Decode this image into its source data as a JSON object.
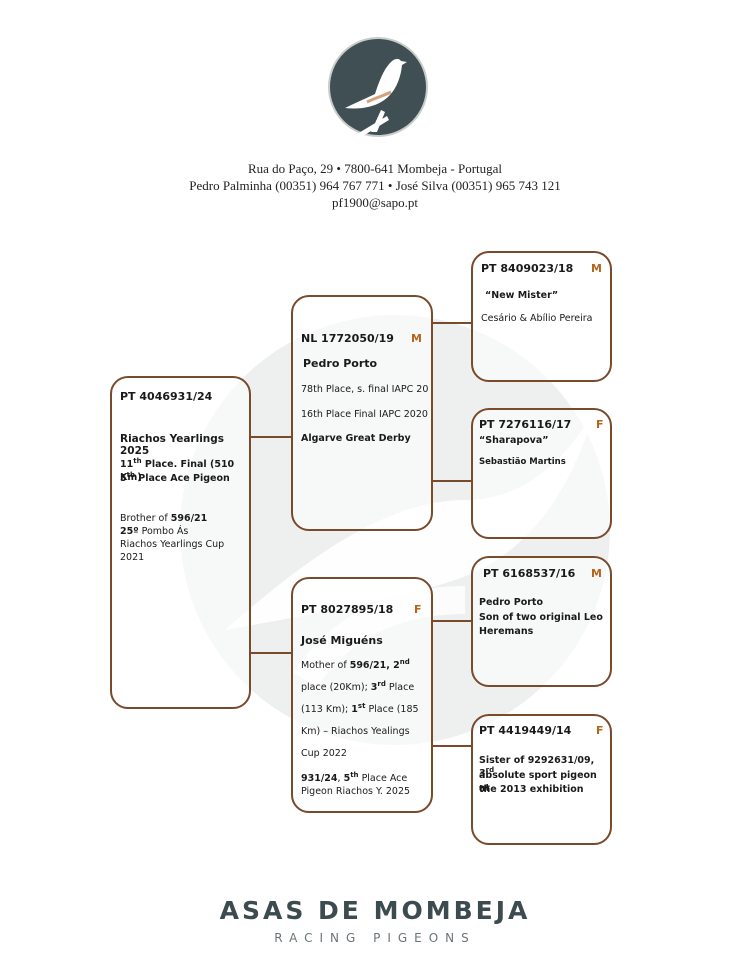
{
  "header": {
    "address": "Rua do Paço, 29 • 7800-641 Mombeja - Portugal",
    "phone_pedro_label": "Pedro Palminha",
    "phone_pedro": "(00351) 964 767 771",
    "phone_jose_label": "José Silva",
    "phone_jose": "(00351) 965 743 121",
    "email": "pf1900@sapo.pt"
  },
  "pedigree": {
    "subject": {
      "id": "PT 4046931/24",
      "race": "Riachos Yearlings 2025",
      "r1_num": "11",
      "r1_sup": "th",
      "r1_text": " Place. Final (510 Km)",
      "r2_num": "5",
      "r2_sup": "th",
      "r2_text": " Place Ace Pigeon",
      "brother_pre": "Brother of ",
      "brother_id": "596/21",
      "pombo": "25º",
      "pombo_text": " Pombo Ás",
      "cup_line1": "Riachos Yearlings Cup",
      "cup_line2": "2021"
    },
    "sire": {
      "id": "NL 1772050/19",
      "sex": "M",
      "name": "Pedro Porto",
      "l1": "78th Place, s. final IAPC 20",
      "l2": "16th Place Final IAPC 2020",
      "l3": "Algarve Great Derby"
    },
    "dam": {
      "id": "PT 8027895/18",
      "sex": "F",
      "name": "José Miguéns",
      "p_mother": "Mother of ",
      "p_id": "596/21, 2",
      "p_sup1": "nd",
      "p_l2a": "place (20Km); ",
      "p_3": "3",
      "p_sup2": "rd",
      "p_l2b": " Place",
      "p_l3a": "(113 Km); ",
      "p_1": "1",
      "p_sup3": "st",
      "p_l3b": " Place (185",
      "p_l4": "Km) – Riachos Yealings",
      "p_l5": "Cup 2022",
      "q_id": "931/24",
      "q_sep": ", ",
      "q_5": "5",
      "q_sup": "th",
      "q_text": " Place Ace",
      "q_l2": "Pigeon Riachos Y. 2025"
    },
    "ss": {
      "id": "PT 8409023/18",
      "sex": "M",
      "name": "“New Mister”",
      "owner": "Cesário & Abílio Pereira"
    },
    "sd": {
      "id": "PT 7276116/17",
      "sex": "F",
      "name": "“Sharapova”",
      "owner": "Sebastião Martins"
    },
    "ds": {
      "id": "PT 6168537/16",
      "sex": "M",
      "l1": "Pedro Porto",
      "l2": "Son of two original Leo",
      "l3": "Heremans"
    },
    "dd": {
      "id": "PT 4419449/14",
      "sex": "F",
      "l1a": "Sister of 9292631/09, 3",
      "l1sup": "rd",
      "l2": "absolute sport pigeon at",
      "l3": "the 2013 exhibition"
    }
  },
  "footer": {
    "title": "ASAS DE MOMBEJA",
    "subtitle": "RACING PIGEONS"
  },
  "colors": {
    "border": "#7a4a2c",
    "sex_marker": "#b5651d",
    "brand_dark": "#3c4b4f"
  }
}
